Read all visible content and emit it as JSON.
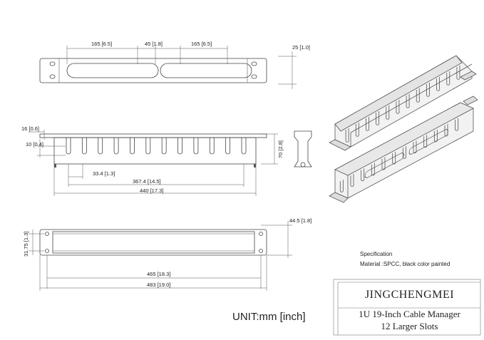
{
  "top_view": {
    "dim_slot1": "165 [6.5]",
    "dim_gap": "45 [1.8]",
    "dim_slot2": "165 [6.5]",
    "dim_height": "25 [1.0]"
  },
  "front_view": {
    "dim_flange": "16 [0.6]",
    "dim_finger": "10 [0.4]",
    "dim_pitch": "33.4 [1.3]",
    "dim_inner": "367.4 [14.5]",
    "dim_body": "440 [17.3]",
    "dim_height": "70 [2.8]",
    "slot_count": 12
  },
  "rear_view": {
    "dim_depth": "44.5 [1.8]",
    "dim_hole_spacing": "31.75 [1.3]",
    "dim_mount": "465 [18.3]",
    "dim_overall": "483 [19.0]"
  },
  "specification": {
    "heading": "Specification",
    "material": "Material :SPCC, black color painted"
  },
  "unit": "UNIT:mm [inch]",
  "title_block": {
    "brand": "JINGCHENGMEI",
    "product": "1U  19-Inch Cable Manager",
    "slots": "12 Larger Slots"
  }
}
